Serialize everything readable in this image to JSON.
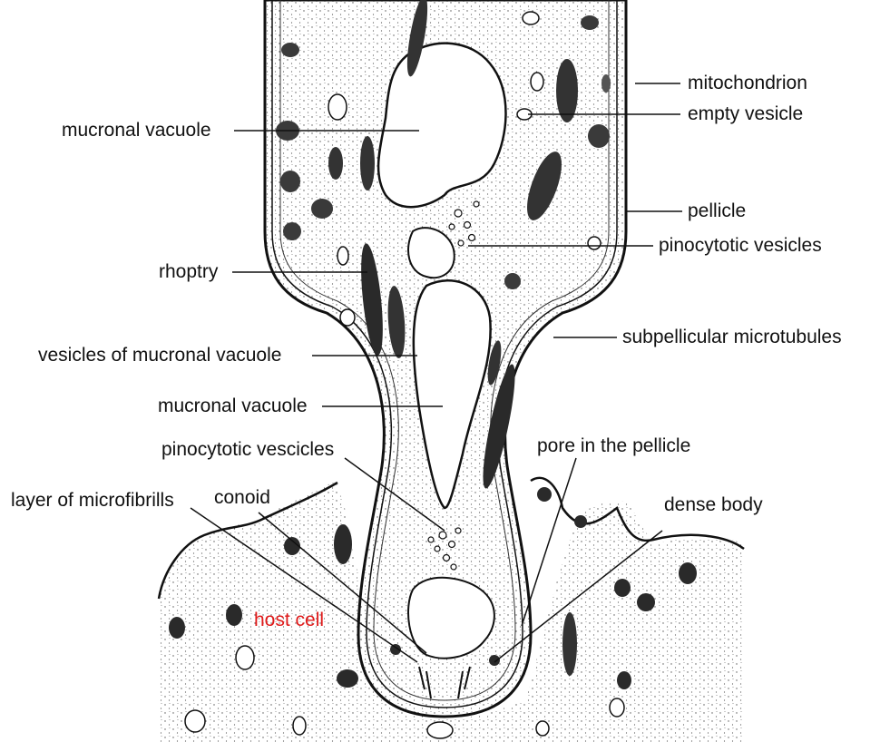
{
  "labels": {
    "mitochondrion": "mitochondrion",
    "empty_vesicle": "empty vesicle",
    "mucronal_vacuole_top": "mucronal vacuole",
    "pellicle": "pellicle",
    "pinocytotic_vesicles": "pinocytotic vesicles",
    "rhoptry": "rhoptry",
    "subpellicular_microtubules": "subpellicular microtubules",
    "vesicles_of_mucronal_vacuole": "vesicles of mucronal vacuole",
    "mucronal_vacuole_bottom": "mucronal vacuole",
    "pinocytotic_vescicles": "pinocytotic vescicles",
    "pore_in_pellicle": "pore in the pellicle",
    "layer_of_microfibrills": "layer of microfibrills",
    "conoid": "conoid",
    "dense_body": "dense body",
    "host_cell": "host cell"
  },
  "colors": {
    "ink": "#111111",
    "host_label": "#e01b1b",
    "stipple": "#555555"
  }
}
